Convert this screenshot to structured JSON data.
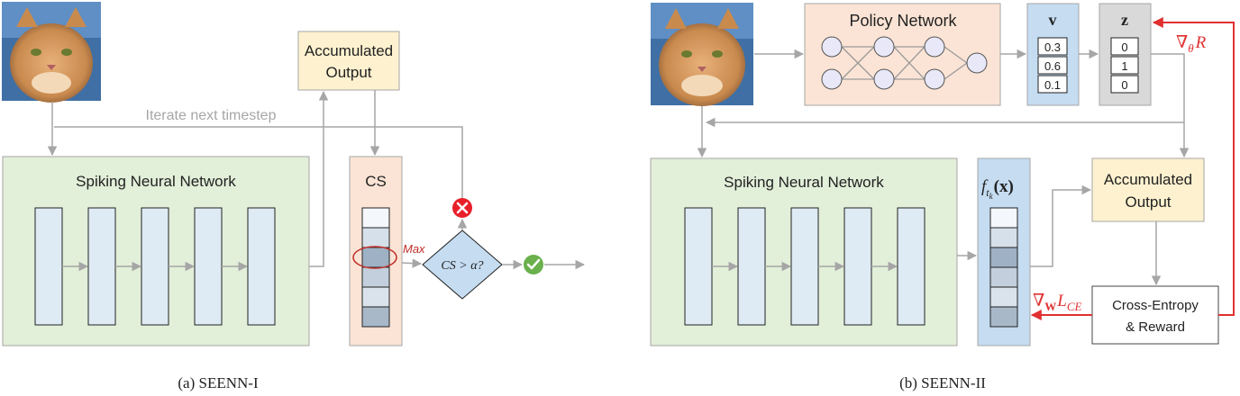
{
  "panel_a": {
    "caption": "(a) SEENN-I",
    "snn_title": "Spiking Neural Network",
    "accumulated_line1": "Accumulated",
    "accumulated_line2": "Output",
    "iterate_label": "Iterate next timestep",
    "cs_title": "CS",
    "max_label": "Max",
    "decision_label": "CS > α?"
  },
  "panel_b": {
    "caption": "(b) SEENN-II",
    "policy_title": "Policy Network",
    "v_label": "v",
    "v_values": [
      "0.3",
      "0.6",
      "0.1"
    ],
    "z_label": "z",
    "z_values": [
      "0",
      "1",
      "0"
    ],
    "grad_r_nabla": "∇",
    "grad_r_sub": "θ",
    "grad_r_var": "R",
    "snn_title": "Spiking Neural Network",
    "f_label": "f",
    "f_sub": "t",
    "f_subsub": "k",
    "f_arg": "(x)",
    "accumulated_line1": "Accumulated",
    "accumulated_line2": "Output",
    "ce_line1": "Cross-Entropy",
    "ce_line2": "& Reward",
    "grad_w_nabla": "∇",
    "grad_w_sub": "W",
    "grad_w_var": "L",
    "grad_w_varsub": "CE"
  },
  "colors": {
    "snn_fill": "#e2efd9",
    "accum_fill": "#fdf1cf",
    "cs_fill": "#fbe4d5",
    "policy_fill": "#fbe4d5",
    "v_fill": "#c5dcf1",
    "z_fill": "#d9d9d9",
    "arrow_gray": "#a6a6a6",
    "grad_red": "#e03030"
  },
  "icons": {
    "input_image": "cat-photo",
    "reject": "red-x-circle-icon",
    "accept": "green-check-circle-icon"
  }
}
